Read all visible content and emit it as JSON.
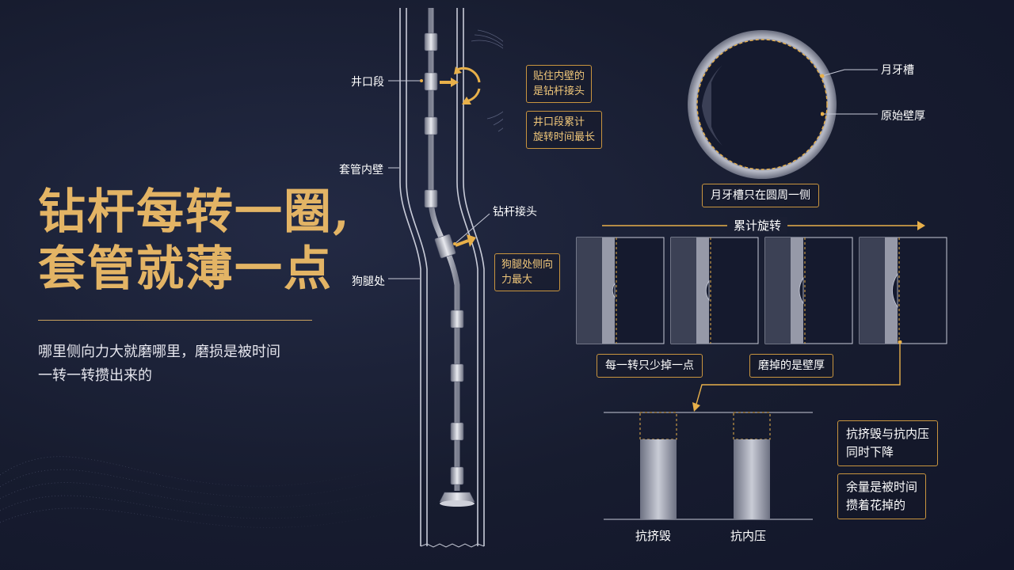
{
  "title": {
    "line1": "钻杆每转一圈,",
    "line2": "套管就薄一点"
  },
  "subtitle": {
    "line1": "哪里侧向力大就磨哪里，磨损是被时间",
    "line2": "一转一转攒出来的"
  },
  "well": {
    "label_wellhead": "井口段",
    "label_casing_wall": "套管内壁",
    "label_dogleg": "狗腿处",
    "label_tool_joint": "钻杆接头",
    "note_contact": [
      "贴住内壁的",
      "是钻杆接头"
    ],
    "note_rotation": [
      "井口段累计",
      "旋转时间最长"
    ],
    "note_dogleg_force": [
      "狗腿处侧向",
      "力最大"
    ]
  },
  "ring": {
    "label_groove": "月牙槽",
    "label_original": "原始壁厚",
    "note": "月牙槽只在圆周一侧"
  },
  "cumulative": {
    "label": "累计旋转",
    "note_each_turn": "每一转只少掉一点",
    "note_wall": "磨掉的是壁厚",
    "stages": [
      0.15,
      0.35,
      0.6,
      0.9
    ]
  },
  "bars": {
    "label_collapse": "抗挤毁",
    "label_burst": "抗内压",
    "note_decline": [
      "抗挤毁与抗内压",
      "同时下降"
    ],
    "note_margin": [
      "余量是被时间",
      "攒着花掉的"
    ]
  },
  "colors": {
    "gold": "#e3b465",
    "box_border": "#c9953f",
    "bg": "#171c2f"
  }
}
